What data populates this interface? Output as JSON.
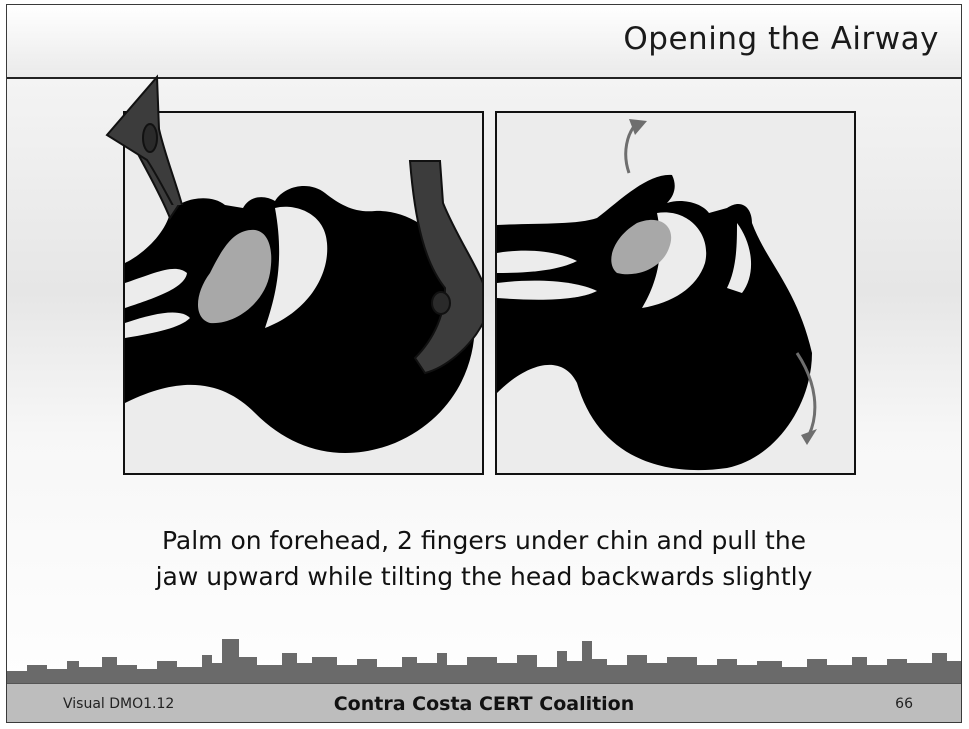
{
  "slide": {
    "title": "Opening the Airway",
    "caption_line1": "Palm on forehead, 2 fingers under chin and pull the",
    "caption_line2": "jaw upward while tilting the head backwards slightly"
  },
  "footer": {
    "left": "Visual DMO1.12",
    "center": "Contra Costa CERT Coalition",
    "page_number": "66"
  },
  "colors": {
    "silhouette": "#000000",
    "tongue": "#a8a8a8",
    "hand": "#3c3c3c",
    "arrow": "#6e6e6e",
    "footer_bar": "#bdbdbd"
  },
  "illustrations": {
    "left": "head-before-tilt-illustration",
    "right": "head-after-tilt-illustration"
  }
}
